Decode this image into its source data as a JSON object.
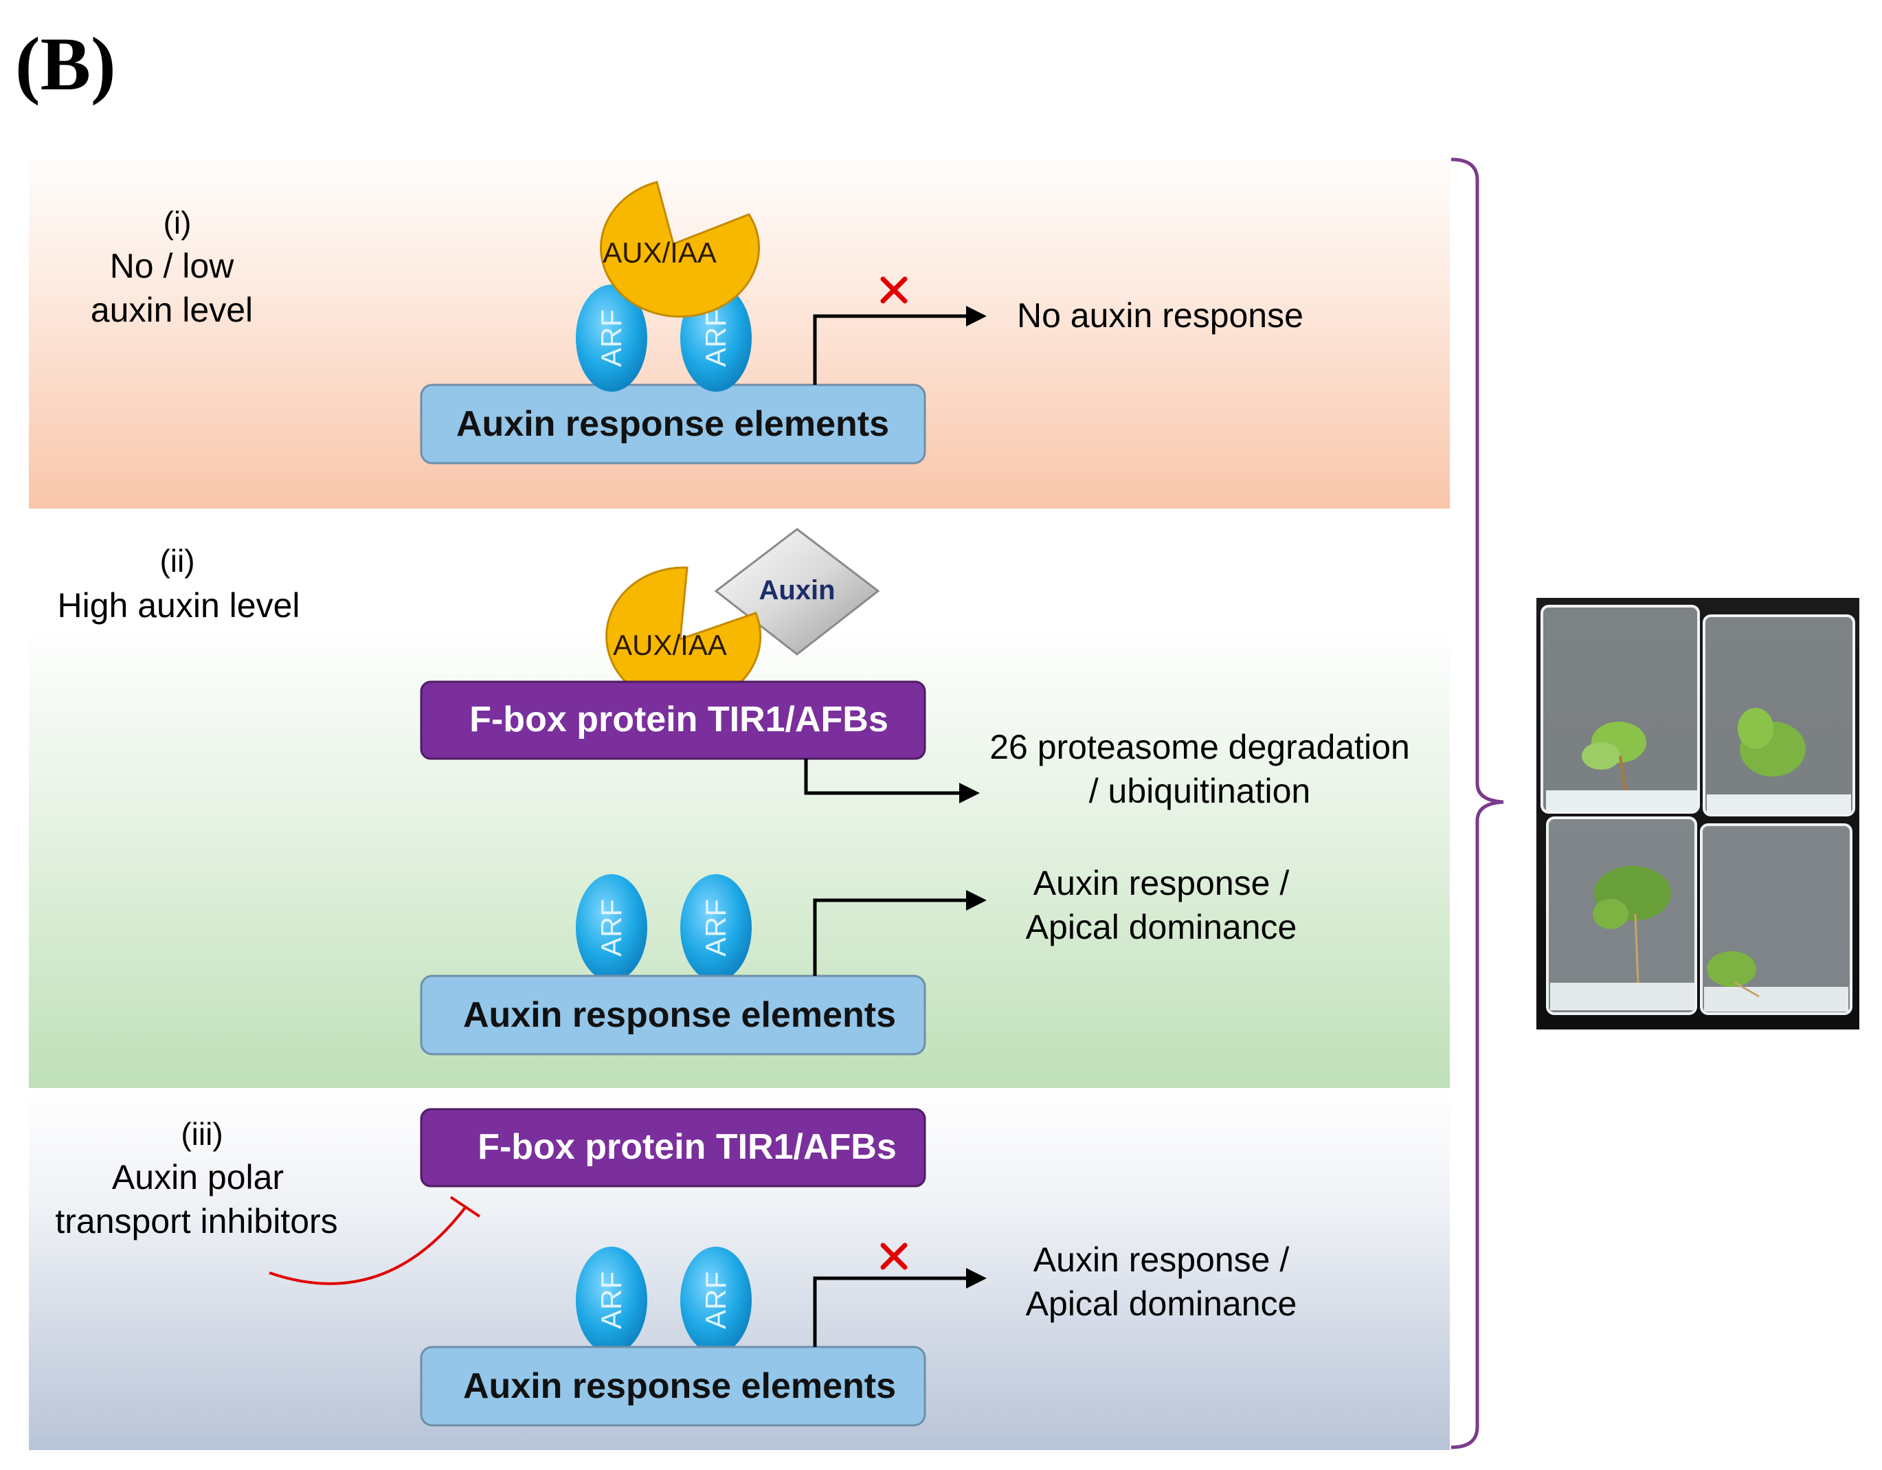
{
  "panel_label": "(B)",
  "sections": [
    {
      "id": "i",
      "label": "(i)",
      "condition_lines": [
        "No / low",
        "auxin level"
      ],
      "aux_iaa": "AUX/IAA",
      "arf": [
        "ARF",
        "ARF"
      ],
      "are": "Auxin response elements",
      "outcome_lines": [
        "No auxin response"
      ],
      "blocked": true
    },
    {
      "id": "ii",
      "label": "(ii)",
      "condition_lines": [
        "High auxin level"
      ],
      "auxin": "Auxin",
      "aux_iaa": "AUX/IAA",
      "fbox": "F-box protein TIR1/AFBs",
      "degradation_lines": [
        "26 proteasome degradation",
        "/ ubiquitination"
      ],
      "arf": [
        "ARF",
        "ARF"
      ],
      "are": "Auxin response elements",
      "outcome_lines": [
        "Auxin response /",
        "Apical dominance"
      ],
      "blocked": false
    },
    {
      "id": "iii",
      "label": "(iii)",
      "condition_lines": [
        "Auxin polar",
        "transport inhibitors"
      ],
      "fbox": "F-box protein TIR1/AFBs",
      "arf": [
        "ARF",
        "ARF"
      ],
      "are": "Auxin response elements",
      "outcome_lines": [
        "Auxin response /",
        "Apical dominance"
      ],
      "blocked": true
    }
  ],
  "colors": {
    "section_i_top": "#fefdfb",
    "section_i_bottom": "#f9c8ad",
    "section_ii_top": "#ffffff",
    "section_ii_bottom": "#bfe0b8",
    "section_iii_top": "#ffffff",
    "section_iii_bottom": "#b9c5d8",
    "aux_iaa": "#f8b800",
    "arf": "#1aa8e3",
    "are": "#92c5e8",
    "fbox": "#7a2f9c",
    "brace": "#7a3b8c",
    "block_x": "#e00000",
    "inhibitor": "#e00000"
  },
  "photo": {
    "description_icon": "plant-boxes-photo"
  }
}
